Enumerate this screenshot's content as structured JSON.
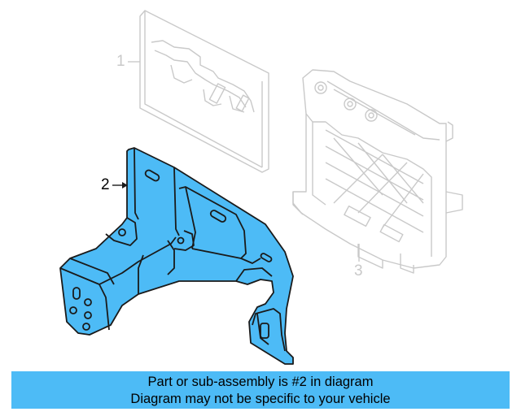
{
  "diagram": {
    "callouts": [
      {
        "id": "part-1",
        "label": "1"
      },
      {
        "id": "part-2",
        "label": "2"
      },
      {
        "id": "part-3",
        "label": "3"
      }
    ],
    "colors": {
      "highlight_fill": "#4dbbf6",
      "highlight_stroke": "#1a1a1a",
      "ghost_stroke": "#c9c9c9",
      "banner_bg": "#4dbbf6"
    }
  },
  "banner": {
    "line1": "Part or sub-assembly is #2 in diagram",
    "line2": "Diagram may not be specific to your vehicle"
  }
}
